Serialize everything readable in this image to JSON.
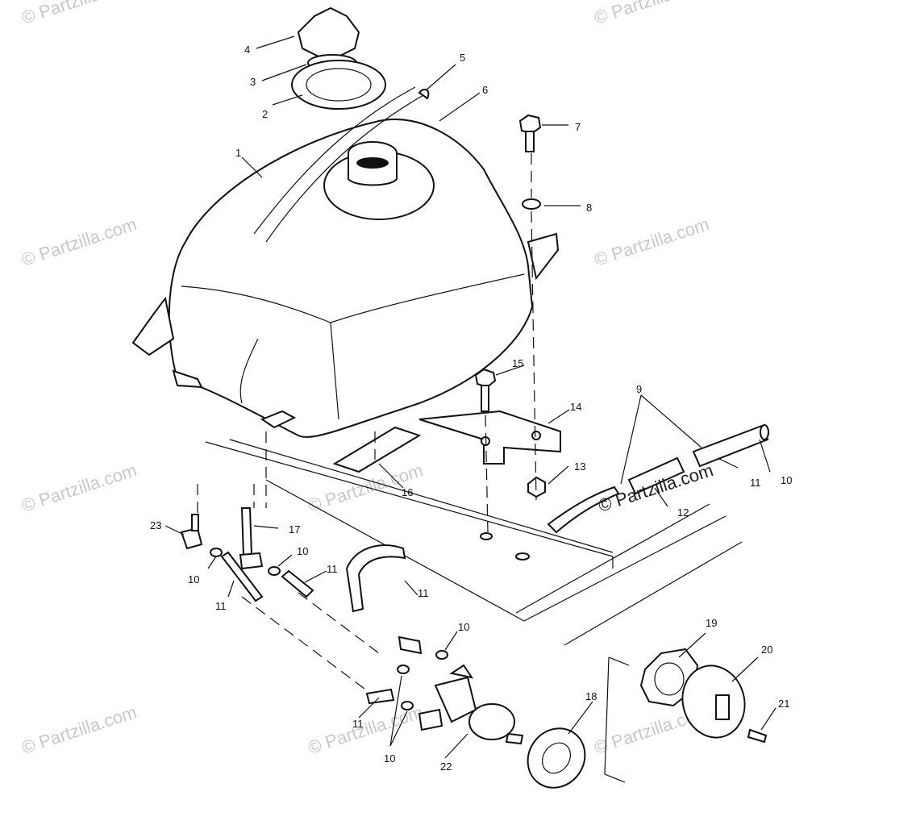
{
  "watermark": "© Partzilla.com",
  "callouts": [
    {
      "id": "c1",
      "text": "1"
    },
    {
      "id": "c2",
      "text": "2"
    },
    {
      "id": "c3",
      "text": "3"
    },
    {
      "id": "c4",
      "text": "4"
    },
    {
      "id": "c5",
      "text": "5"
    },
    {
      "id": "c6",
      "text": "6"
    },
    {
      "id": "c7",
      "text": "7"
    },
    {
      "id": "c8",
      "text": "8"
    },
    {
      "id": "c9",
      "text": "9"
    },
    {
      "id": "c10a",
      "text": "10"
    },
    {
      "id": "c10b",
      "text": "10"
    },
    {
      "id": "c10c",
      "text": "10"
    },
    {
      "id": "c10d",
      "text": "10"
    },
    {
      "id": "c10e",
      "text": "10"
    },
    {
      "id": "c11a",
      "text": "11"
    },
    {
      "id": "c11b",
      "text": "11"
    },
    {
      "id": "c11c",
      "text": "11"
    },
    {
      "id": "c11d",
      "text": "11"
    },
    {
      "id": "c11e",
      "text": "11"
    },
    {
      "id": "c12",
      "text": "12"
    },
    {
      "id": "c13",
      "text": "13"
    },
    {
      "id": "c14",
      "text": "14"
    },
    {
      "id": "c15",
      "text": "15"
    },
    {
      "id": "c16",
      "text": "16"
    },
    {
      "id": "c17",
      "text": "17"
    },
    {
      "id": "c18",
      "text": "18"
    },
    {
      "id": "c19",
      "text": "19"
    },
    {
      "id": "c20",
      "text": "20"
    },
    {
      "id": "c21",
      "text": "21"
    },
    {
      "id": "c22",
      "text": "22"
    },
    {
      "id": "c23",
      "text": "23"
    }
  ]
}
